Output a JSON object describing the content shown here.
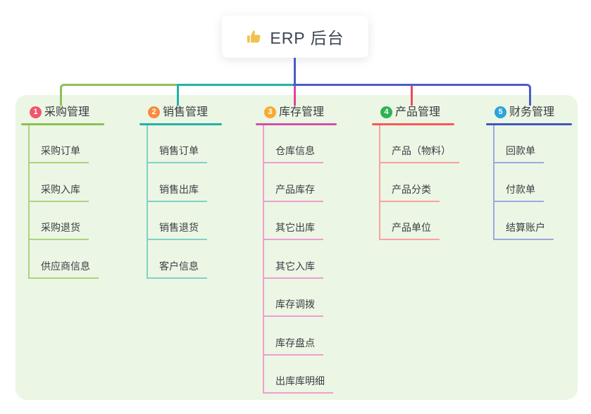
{
  "root": {
    "label": "ERP 后台",
    "icon": "thumbs-up-icon",
    "icon_color": "#f2c14e",
    "text_color": "#3d4454"
  },
  "connectors": {
    "root_line": "#4b5ccc",
    "bus_left": "#8cc152",
    "bus_mid": "#22b2a8",
    "bus_right": "#4b5ccc",
    "drop_branch3": "#df459f",
    "drop_branch4": "#f2485e"
  },
  "panel_color": "#ecf6e4",
  "branches": [
    {
      "index": "1",
      "label": "采购管理",
      "badge_color": "#f3546d",
      "line_color": "#8cc152",
      "child_line_color": "#a9d47f",
      "children": [
        "采购订单",
        "采购入库",
        "采购退货",
        "供应商信息"
      ]
    },
    {
      "index": "2",
      "label": "销售管理",
      "badge_color": "#f98c3e",
      "line_color": "#22b2a8",
      "child_line_color": "#7fd2ca",
      "children": [
        "销售订单",
        "销售出库",
        "销售退货",
        "客户信息"
      ]
    },
    {
      "index": "3",
      "label": "库存管理",
      "badge_color": "#f7ab33",
      "line_color": "#cf51aa",
      "child_line_color": "#ec9ed2",
      "children": [
        "仓库信息",
        "产品库存",
        "其它出库",
        "其它入库",
        "库存调拨",
        "库存盘点",
        "出库库明细"
      ]
    },
    {
      "index": "4",
      "label": "产品管理",
      "badge_color": "#30b253",
      "line_color": "#fa5757",
      "child_line_color": "#fba0a0",
      "children": [
        "产品（物料）",
        "产品分类",
        "产品单位"
      ]
    },
    {
      "index": "5",
      "label": "财务管理",
      "badge_color": "#2aa3dc",
      "line_color": "#4156c0",
      "child_line_color": "#9aa9e2",
      "children": [
        "回款单",
        "付款单",
        "结算账户"
      ]
    }
  ]
}
